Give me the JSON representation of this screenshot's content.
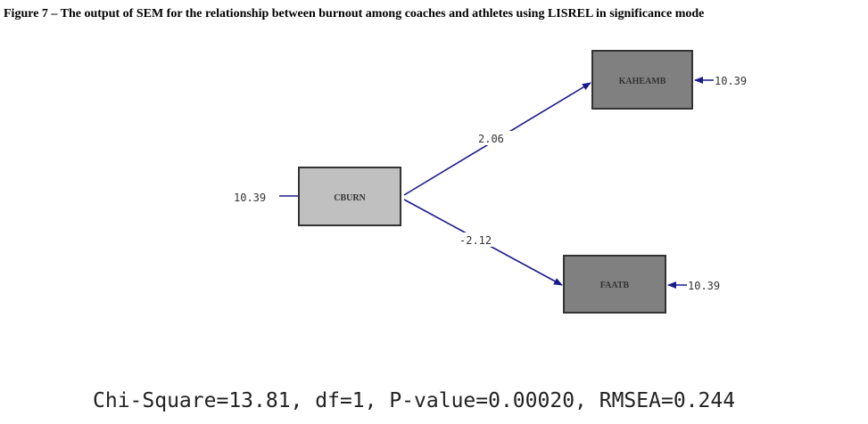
{
  "title": "Figure 7 – The output of SEM for the relationship between burnout among coaches and athletes using LISREL in significance mode",
  "nodes": {
    "cburn": {
      "label": "CBURN",
      "error": "10.39",
      "color": "#c0c0c0"
    },
    "kaheamb": {
      "label": "KAHEAMB",
      "error": "10.39",
      "color": "#808080"
    },
    "faatb": {
      "label": "FAATB",
      "error": "10.39",
      "color": "#808080"
    }
  },
  "paths": {
    "cburn_kaheamb": "2.06",
    "cburn_faatb": "-2.12"
  },
  "arrow_color": "#1a1a8c",
  "fit_stats": "Chi-Square=13.81, df=1, P-value=0.00020, RMSEA=0.244"
}
